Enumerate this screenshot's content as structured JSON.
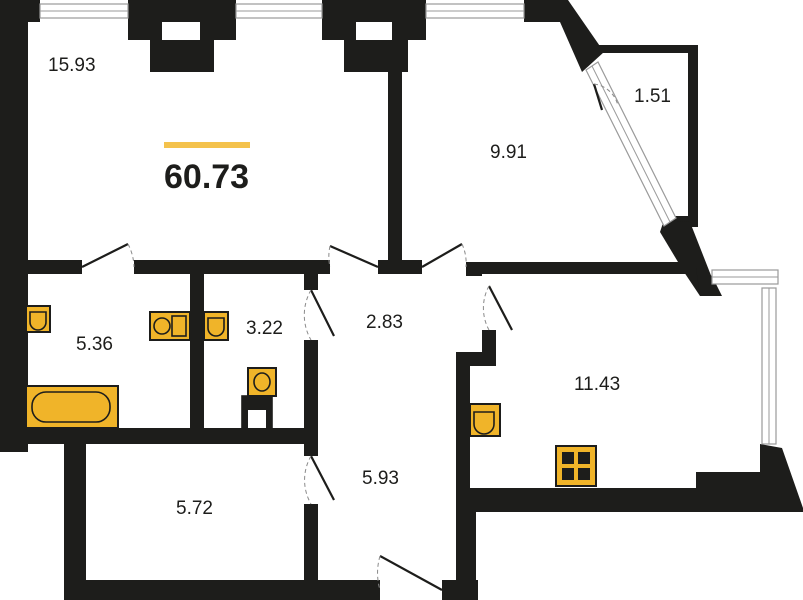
{
  "plan": {
    "total_area": "60.73",
    "accent_color": "#f4c24c",
    "wall_color": "#1d1d1b",
    "fixture_color": "#f0b429",
    "rooms": {
      "living": "15.93",
      "bedroom": "9.91",
      "balcony": "1.51",
      "bathroom": "5.36",
      "toilet": "3.22",
      "corridor": "2.83",
      "kitchen": "11.43",
      "storage": "5.72",
      "hall": "5.93"
    }
  }
}
